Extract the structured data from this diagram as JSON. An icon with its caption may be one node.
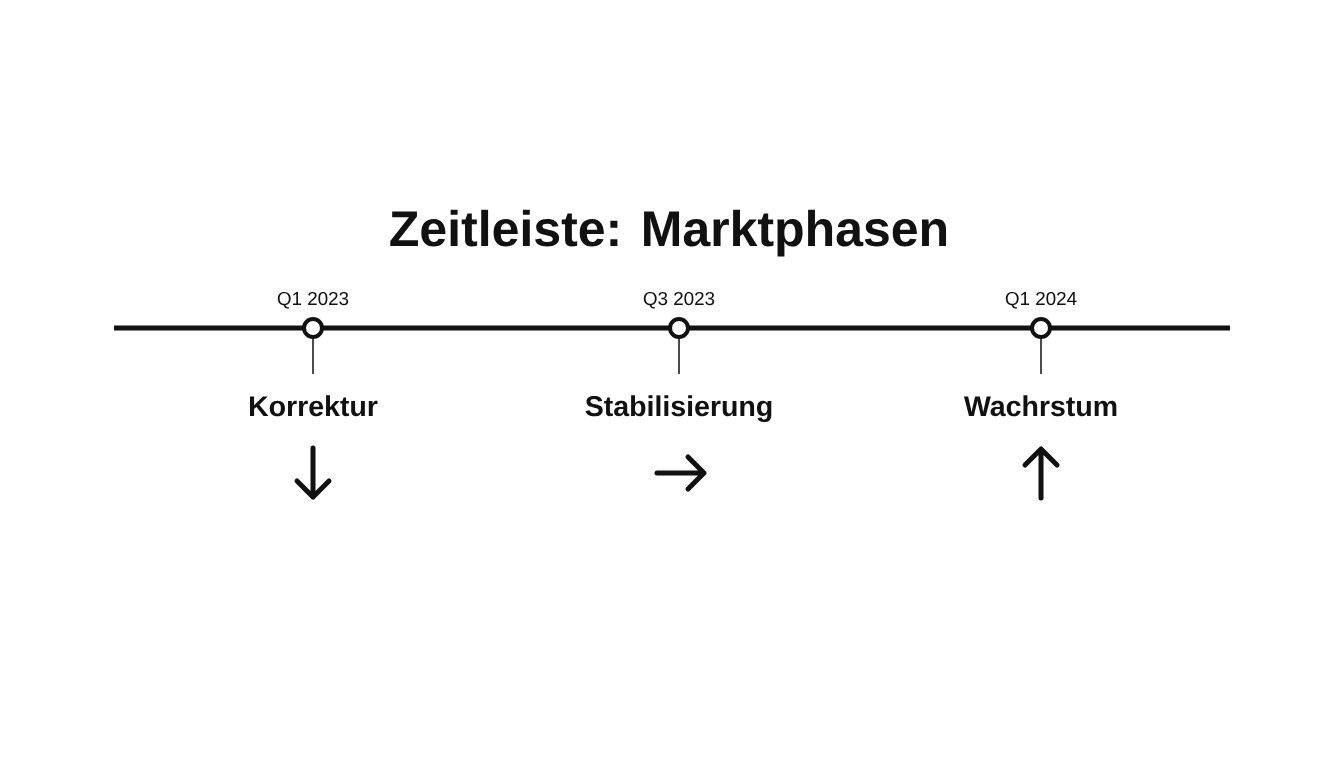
{
  "diagram": {
    "title": "Zeitleiste: Marktphasen",
    "nodes": [
      {
        "text": [],
        "shape": "circle",
        "beside": [
          "Q1 2023"
        ]
      },
      {
        "text": [
          "Korrektur"
        ]
      },
      {
        "text": [],
        "shape": "circle",
        "beside": [
          "Q3 2023"
        ]
      },
      {
        "text": [
          "Stabilisierung"
        ]
      },
      {
        "text": [],
        "shape": "circle",
        "beside": [
          "Q1 2024"
        ]
      },
      {
        "text": [
          "Wachrstum"
        ]
      }
    ],
    "edges": [
      {
        "from": 0,
        "to": 1,
        "arrow": "none"
      },
      {
        "from": 2,
        "to": 3,
        "arrow": "none"
      },
      {
        "from": 4,
        "to": 5,
        "arrow": "none"
      }
    ]
  }
}
